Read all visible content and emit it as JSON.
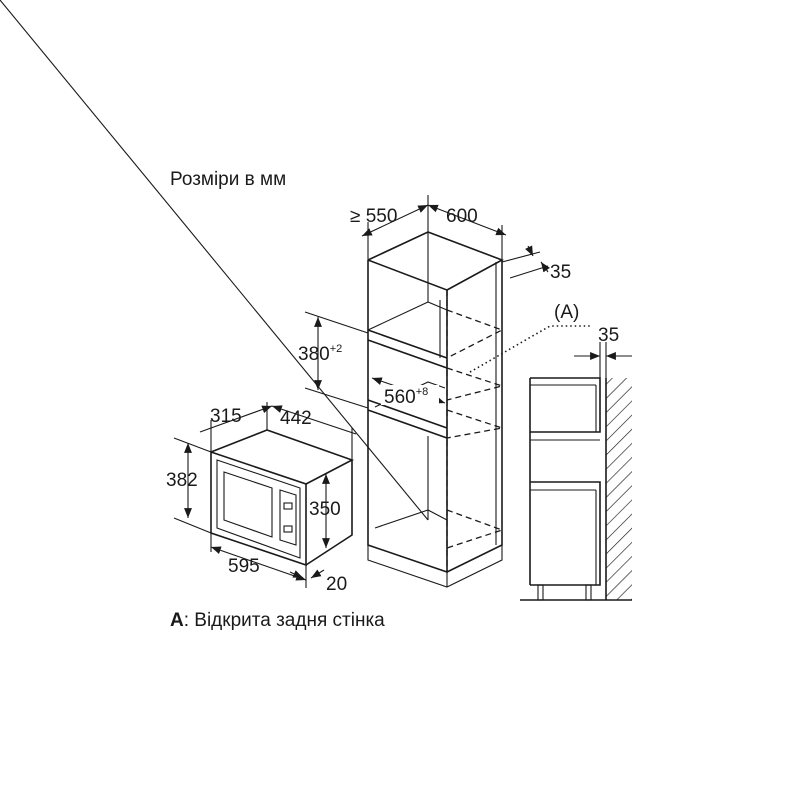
{
  "title": "Розміри в мм",
  "footnote": {
    "marker": "A",
    "text": ": Відкрита задня стінка"
  },
  "microwave": {
    "depth_total": "315",
    "depth_body": "442",
    "height_total": "382",
    "height_body": "350",
    "width_total": "595",
    "front_thickness": "20"
  },
  "cabinet": {
    "min_depth": "≥ 550",
    "width": "600",
    "rear_gap": "35",
    "niche_height": "380",
    "niche_height_tol": "+2",
    "niche_width": "560",
    "niche_width_tol": "+8"
  },
  "side_view": {
    "label_open_back": "(A)",
    "wall_gap": "35"
  }
}
